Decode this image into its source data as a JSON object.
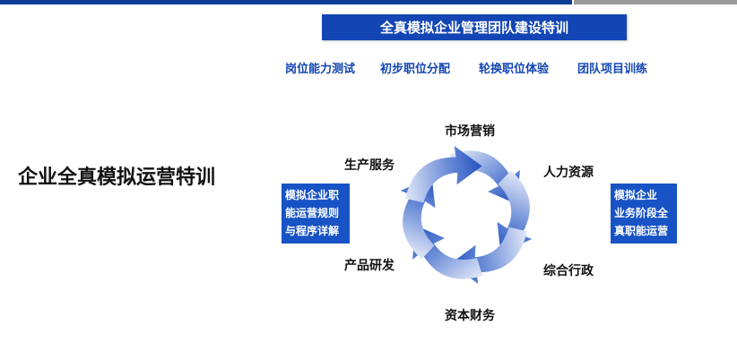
{
  "banner": {
    "title": "全真模拟企业管理团队建设特训"
  },
  "steps": [
    "岗位能力测试",
    "初步职位分配",
    "轮换职位体验",
    "团队项目训练"
  ],
  "main_title": "企业全真模拟运营特训",
  "cycle_nodes": {
    "top": "市场营销",
    "upper_right": "人力资源",
    "lower_right": "综合行政",
    "bottom": "资本财务",
    "lower_left": "产品研发",
    "upper_left": "生产服务"
  },
  "left_box": {
    "lines": [
      "模拟企业职",
      "能运营规则",
      "与程序详解"
    ]
  },
  "right_box": {
    "lines": [
      "模拟企业",
      "业务阶段全",
      "真职能运营"
    ]
  },
  "colors": {
    "accent": "#1346b4",
    "box_blue": "#1753c4",
    "top_bar": "#0c3e96"
  }
}
